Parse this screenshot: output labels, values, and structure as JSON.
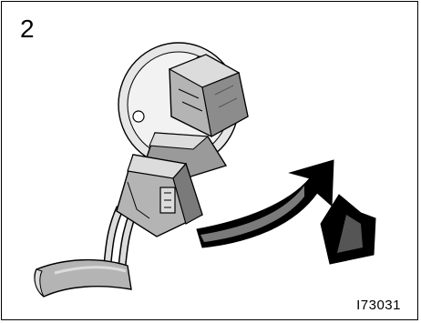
{
  "figure": {
    "step_number": "2",
    "figure_id": "I73031"
  },
  "icons": {
    "illustration": "connector-disconnect-illustration",
    "arrow": "curved-arrow-icon"
  },
  "colors": {
    "line": "#000000",
    "light_gray": "#dcdcdc",
    "mid_gray": "#b4b4b4",
    "dark_gray": "#7a7a7a",
    "background": "#ffffff"
  }
}
